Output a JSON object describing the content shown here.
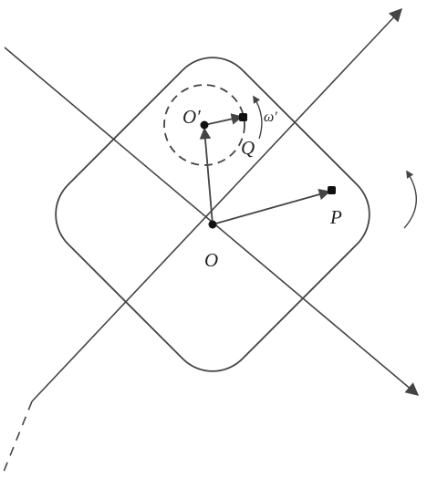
{
  "labels": {
    "origin": "O",
    "moving_origin": "O′",
    "point_p": "P",
    "point_q": "Q",
    "omega_prime": "ω'"
  },
  "colors": {
    "stroke": "#444444",
    "point": "#111111",
    "text": "#222222"
  },
  "icons": {
    "rotation_outer": "curved-rotation-arrow-icon",
    "rotation_inner": "curved-rotation-arrow-icon"
  }
}
